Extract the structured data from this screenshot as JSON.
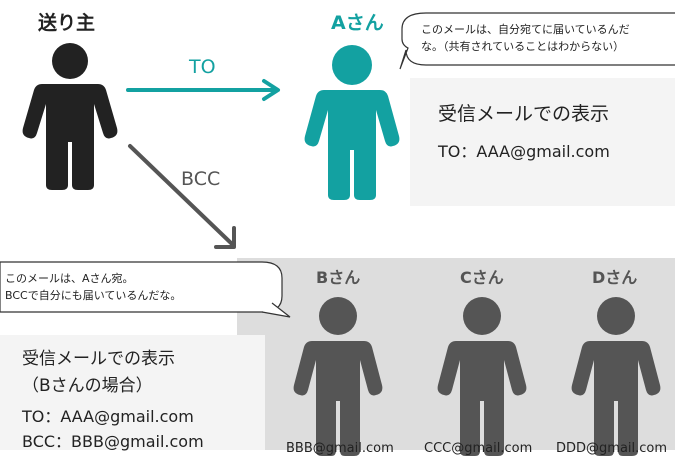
{
  "colors": {
    "accent_teal": "#13a1a1",
    "sender_dark": "#222222",
    "bcc_gray": "#555555",
    "bcc_panel_bg": "#dddddd",
    "info_panel_bg": "#f4f4f4"
  },
  "sender": {
    "label": "送り主",
    "icon": "person-icon"
  },
  "recipient_a": {
    "label": "Aさん",
    "icon": "person-icon"
  },
  "to_arrow": {
    "label": "TO"
  },
  "bcc_arrow": {
    "label": "BCC"
  },
  "bubble_a": {
    "line1": "このメールは、自分宛てに届いているんだ",
    "line2": "な。（共有されていることはわからない）"
  },
  "info_a": {
    "title": "受信メールでの表示",
    "to_line": "TO：AAA@gmail.com"
  },
  "bubble_b": {
    "line1": "このメールは、Aさん宛。",
    "line2": "BCCで自分にも届いているんだな。"
  },
  "info_b": {
    "title_line1": "受信メールでの表示",
    "title_line2": "（Bさんの場合）",
    "to_line": "TO：AAA@gmail.com",
    "bcc_line": "BCC：BBB@gmail.com"
  },
  "bcc_recipients": [
    {
      "label": "Bさん",
      "email": "BBB@gmail.com",
      "icon": "person-icon"
    },
    {
      "label": "Cさん",
      "email": "CCC@gmail.com",
      "icon": "person-icon"
    },
    {
      "label": "Dさん",
      "email": "DDD@gmail.com",
      "icon": "person-icon"
    }
  ]
}
